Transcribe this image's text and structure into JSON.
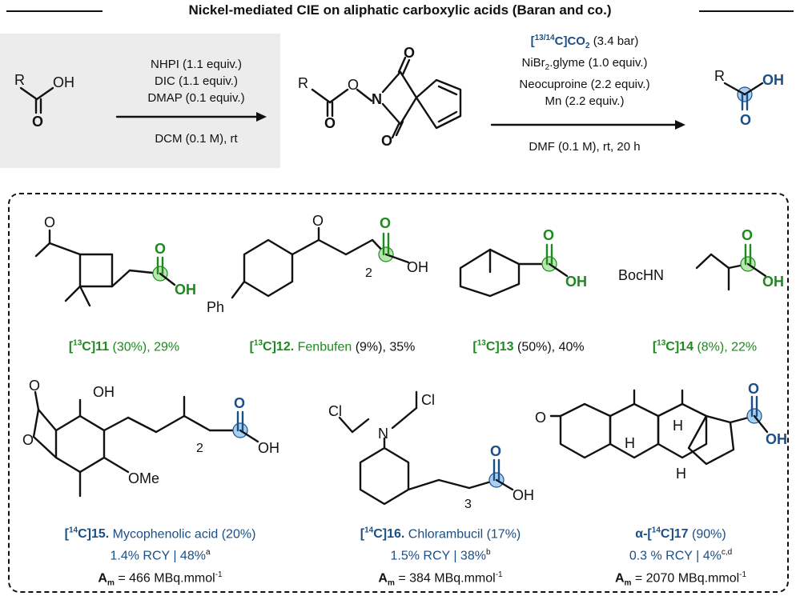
{
  "title": "Nickel-mediated CIE on aliphatic carboxylic acids (Baran and co.)",
  "colors": {
    "green": "#1d8a1d",
    "blue": "#1a4f86",
    "shade": "#ececec"
  },
  "step1": {
    "reagents": [
      "NHPI (1.1 equiv.)",
      "DIC (1.1 equiv.)",
      "DMAP (0.1 equiv.)"
    ],
    "solvent": "DCM (0.1 M), rt"
  },
  "step2": {
    "co2_label": "[13/14C]CO2",
    "co2_pressure": "(3.4 bar)",
    "reagents": [
      "NiBr2.glyme (1.0 equiv.)",
      "Neocuproine (2.2 equiv.)",
      "Mn (2.2 equiv.)"
    ],
    "solvent": "DMF (0.1 M), rt, 20 h"
  },
  "atoms": {
    "R": "R",
    "O": "O",
    "OH": "OH",
    "N": "N",
    "H": "H",
    "Ph": "Ph",
    "BocHN": "BocHN",
    "Cl": "Cl",
    "OMe": "OMe",
    "sub2": "2",
    "sub3": "3"
  },
  "products": [
    {
      "id": "11",
      "label": "[13C]11",
      "yield": "(30%), 29%"
    },
    {
      "id": "12",
      "label": "[13C]12.",
      "name": "Fenbufen",
      "yield": "(9%), 35%"
    },
    {
      "id": "13",
      "label": "[13C]13",
      "yield": "(50%), 40%"
    },
    {
      "id": "14",
      "label": "[13C]14",
      "yield": "(8%), 22%"
    },
    {
      "id": "15",
      "label": "[14C]15.",
      "name": "Mycophenolic acid (20%)",
      "rcy": "1.4% RCY | 48%",
      "note": "a",
      "am": "= 466 MBq.mmol",
      "am_exp": "-1"
    },
    {
      "id": "16",
      "label": "[14C]16.",
      "name": "Chlorambucil (17%)",
      "rcy": "1.5% RCY | 38%",
      "note": "b",
      "am": "= 384 MBq.mmol",
      "am_exp": "-1"
    },
    {
      "id": "17",
      "label": "α-[14C]17",
      "name": "(90%)",
      "rcy": "0.3 % RCY | 4%",
      "note": "c,d",
      "am": "= 2070 MBq.mmol",
      "am_exp": "-1"
    }
  ],
  "am_symbol": "A",
  "am_sub": "m"
}
